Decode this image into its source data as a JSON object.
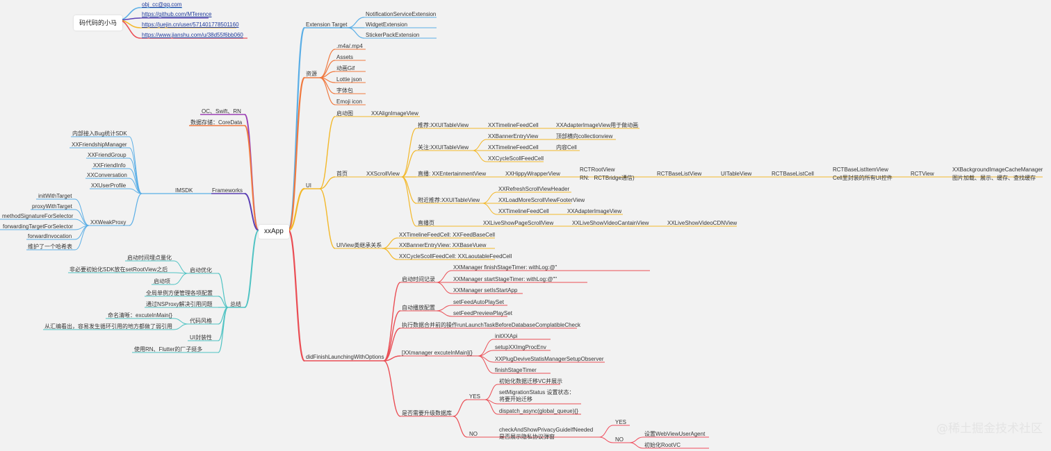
{
  "colors": {
    "blue": "#5aaee6",
    "orange": "#f0793f",
    "yellow": "#f3b82a",
    "red": "#ea4d54",
    "purple": "#9b3fb3",
    "teal": "#4fc3c3",
    "violet": "#5b3fb3",
    "pink": "#f04b5c"
  },
  "root": "xxApp",
  "top_left": "码代码的小马",
  "links": [
    "obj_cc@qq.com",
    "https://github.com/MTerence",
    "https://juejin.cn/user/571401778501160",
    "https://www.jianshu.com/u/38d55f6bb060"
  ],
  "extension": {
    "label": "Extension Target",
    "items": [
      "NotificationServiceExtension",
      "WidgetExtension",
      "StickerPackExtension"
    ]
  },
  "resources": {
    "label": "资源",
    "items": [
      ".m4a/.mp4",
      "Assets",
      "动画Gif",
      "Lottie json",
      "字体包",
      "Emoji icon"
    ]
  },
  "ui": {
    "label": "UI",
    "launch": "启动图",
    "launch_view": "XXAlignImageView",
    "home": "首页",
    "scroll": "XXScrollView",
    "recommend": "推荐:XXUITableView",
    "rec_cell": "XXTimelineFeedCell",
    "rec_img": "XXAdapterImageView用于做动画",
    "follow": "关注:XXUITableView",
    "banner": "XXBannerEntryView",
    "banner_desc": "顶部横向collectionview",
    "follow_cell": "XXTimelineFeedCell",
    "follow_cell_desc": "内容Cell",
    "cycle": "XXCycleScollFeedCell",
    "live": "直播: XXEntertainmentView",
    "hippy": "XXHippyWrapperView",
    "rct_root": "RCTRootView",
    "rct_bridge": "RN:   RCTBridge通信)",
    "rct_list": "RCTBaseListView",
    "uitable": "UITableView",
    "rct_cell": "RCTBaseListCell",
    "rct_item": "RCTBaseListItemView",
    "rct_item_desc": "Cell里封装的所有UI控件",
    "rct_view": "RCTView",
    "bg_cache": "XXBackgroundImageCacheManager",
    "bg_cache_desc": "图片加载、展示、缓存、查找缓存",
    "nearby": "附近推荐:XXUITableView",
    "refresh": "XXRefreshScrollViewHeader",
    "loadmore": "XXLoadMoreScrollViewFooterView",
    "near_cell": "XXTimelineFeedCell",
    "near_img": "XXAdapterImageView",
    "livepage": "直播页",
    "livescroll": "XXLiveShowPageScrollView",
    "livecontain": "XXLiveShowVideoCantainView",
    "livecdn": "XXLiveShowVideoCDNView",
    "inherit": "UIView类继承关系",
    "inherit_items": [
      "XXTimelineFeedCell: XXFeedBaseCell",
      "XXBannerEntryView: XXBaseVuew",
      "XXCycleScollFeedCell: XXLaoutableFeedCell"
    ]
  },
  "did": {
    "label": "didFinishLaunchingWithOptions",
    "time": "启动时间记录",
    "time_items": [
      "XXManager finishStageTimer: withLog:@\"",
      "XXManager startStageTimer: withLog:@\"\"",
      "XXManager setIsStartApp"
    ],
    "autoplay": "自动播放配置",
    "autoplay_items": [
      "setFeedAutoPlaySet",
      "setFeedPreviewPlaySet"
    ],
    "merge": "执行数据合并前的操作runLaunchTaskBeforeDatabaseComplatibleCheck",
    "exec": "[XXmanager excuteInMain]{}",
    "exec_items": [
      "initXXApi",
      "setupXXImgProcEnv",
      "XXPlugDeviveStatisManagerSetupObserver",
      "finishStageTimer"
    ],
    "upgrade": "是否需要升级数据库",
    "yes": "YES",
    "yes_items": [
      "初始化数据迁移VC并展示",
      "setMigrationStatus 设置状态：\n将要开始迁移",
      "dispatch_async(global_queue){}"
    ],
    "no": "NO",
    "privacy": "checkAndShowPrivacyGuideIfNeeded\n是否展示隐私协议弹窗",
    "p_yes": "YES",
    "p_no": "NO",
    "p_no_items": [
      "设置WebViewUserAgent",
      "初始化RootVC"
    ]
  },
  "lang": "OC、Swift、RN",
  "storage": "数据存储：CoreData",
  "frameworks": {
    "label": "Frameworks",
    "imsdk": "IMSDK",
    "items": [
      "内部接入Bug统计SDK",
      "XXFriendshipManager",
      "XXFriendGroup",
      "XXFriendInfo",
      "XXConversation",
      "XXUserProfile"
    ],
    "weak": "XXWeakProxy",
    "weak_items": [
      "initWithTarget",
      "proxyWithTarget",
      "methodSignatureForSelector",
      "forwardingTargetForSelector",
      "forwardInvocation",
      "维护了一个哈希表"
    ]
  },
  "summary": {
    "label": "总结",
    "startup": "启动优化",
    "startup_items": [
      "启动时间埋点量化",
      "非必要初始化SDK放在setRootView之后",
      "启动项"
    ],
    "singleton": "全局单例方便管理各项配置",
    "nsproxy": "通过NSProxy解决引用问题",
    "style": "代码风格",
    "style_items": [
      "命名清晰：excuteInMain{}",
      "从汇编看出，容易发生循环引用的地方都做了弱引用"
    ],
    "ui_pack": "UI封装性",
    "rn": "使用RN、Flutter的厂子挺多"
  },
  "watermark": "@稀土掘金技术社区"
}
